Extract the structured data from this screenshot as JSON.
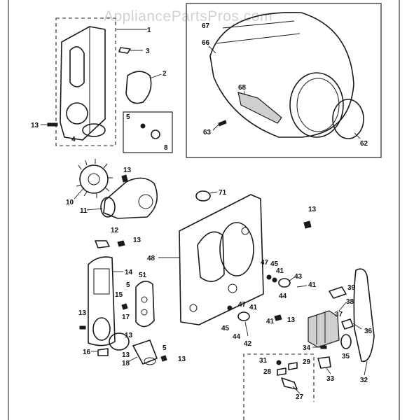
{
  "watermark": "AppliancePartsPros.com",
  "labels": {
    "p1": "1",
    "p2": "2",
    "p3": "3",
    "p4": "4",
    "p5a": "5",
    "p8": "8",
    "p13a": "13",
    "p67": "67",
    "p66": "66",
    "p68": "68",
    "p63": "63",
    "p62": "62",
    "p10": "10",
    "p13b": "13",
    "p11": "11",
    "p71": "71",
    "p13c": "13",
    "p12": "12",
    "p13d": "13",
    "p48": "48",
    "p14": "14",
    "p51": "51",
    "p5b": "5",
    "p15": "15",
    "p13e": "13",
    "p17": "17",
    "p13f": "13",
    "p16": "16",
    "p13g": "13",
    "p18": "18",
    "p5c": "5",
    "p13h": "13",
    "p47a": "47",
    "p45a": "45",
    "p41a": "41",
    "p43": "43",
    "p44a": "44",
    "p41b": "41",
    "p39": "39",
    "p38": "38",
    "p37": "37",
    "p47b": "47",
    "p41c": "41",
    "p13i": "13",
    "p45b": "45",
    "p44b": "44",
    "p41d": "41",
    "p42": "42",
    "p36": "36",
    "p34": "34",
    "p35": "35",
    "p32": "32",
    "p31": "31",
    "p29": "29",
    "p28": "28",
    "p33": "33",
    "p27": "27"
  }
}
